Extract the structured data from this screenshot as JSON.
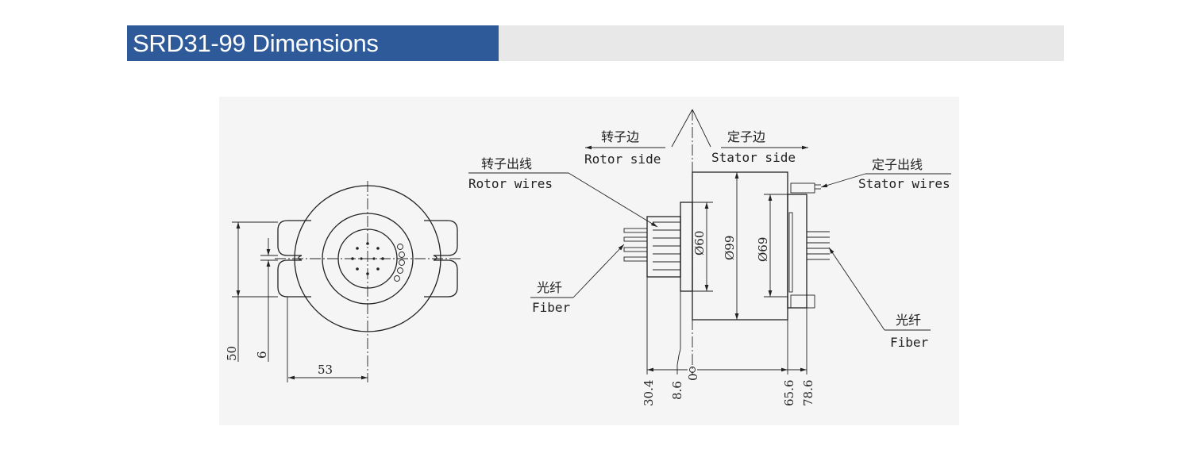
{
  "header": {
    "title": "SRD31-99 Dimensions"
  },
  "front_view": {
    "dims": {
      "height": "50",
      "slot": "6",
      "half_width": "53"
    }
  },
  "side_view": {
    "rotor_side": {
      "cn": "转子边",
      "en": "Rotor side"
    },
    "stator_side": {
      "cn": "定子边",
      "en": "Stator side"
    },
    "rotor_wires": {
      "cn": "转子出线",
      "en": "Rotor wires"
    },
    "stator_wires": {
      "cn": "定子出线",
      "en": "Stator wires"
    },
    "fiber_left": {
      "cn": "光纤",
      "en": "Fiber"
    },
    "fiber_right": {
      "cn": "光纤",
      "en": "Fiber"
    },
    "diameters": {
      "d60": "Ø60",
      "d99": "Ø99",
      "d69": "Ø69"
    },
    "axial": {
      "a1": "30.4",
      "a2": "8.6",
      "a3": "0",
      "a4": "65.6",
      "a5": "78.6"
    }
  },
  "colors": {
    "banner": "#2f5a9a",
    "banner_bg": "#e8e8e8",
    "drawing_bg": "#f5f5f5"
  }
}
